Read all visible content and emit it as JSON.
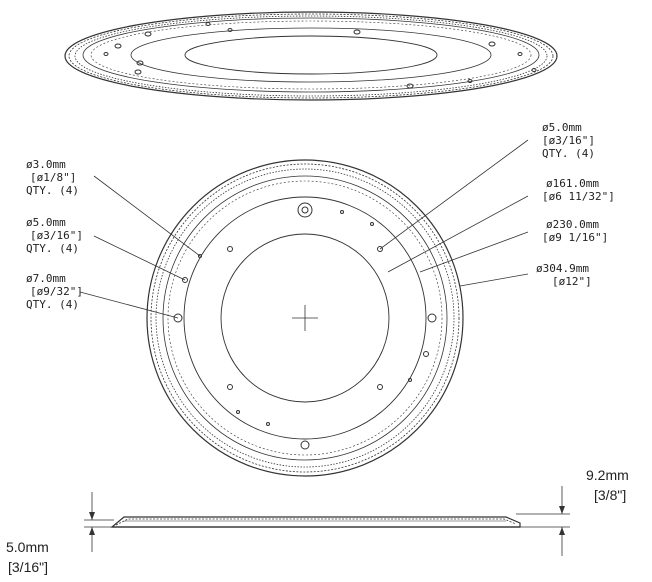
{
  "callouts_left": [
    {
      "line1": "ø3.0mm",
      "line2": "[ø1/8\"]",
      "line3": "QTY. (4)"
    },
    {
      "line1": "ø5.0mm",
      "line2": "[ø3/16\"]",
      "line3": "QTY. (4)"
    },
    {
      "line1": "ø7.0mm",
      "line2": "[ø9/32\"]",
      "line3": "QTY. (4)"
    }
  ],
  "callouts_right": [
    {
      "line1": "ø5.0mm",
      "line2": "[ø3/16\"]",
      "line3": "QTY. (4)"
    },
    {
      "line1": "ø161.0mm",
      "line2": "[ø6 11/32\"]"
    },
    {
      "line1": "ø230.0mm",
      "line2": "[ø9 1/16\"]"
    },
    {
      "line1": "ø304.9mm",
      "line2": "[ø12\"]"
    }
  ],
  "side_view": {
    "height_mm": "9.2mm",
    "height_in": "[3/8\"]",
    "thickness_mm": "5.0mm",
    "thickness_in": "[3/16\"]"
  }
}
